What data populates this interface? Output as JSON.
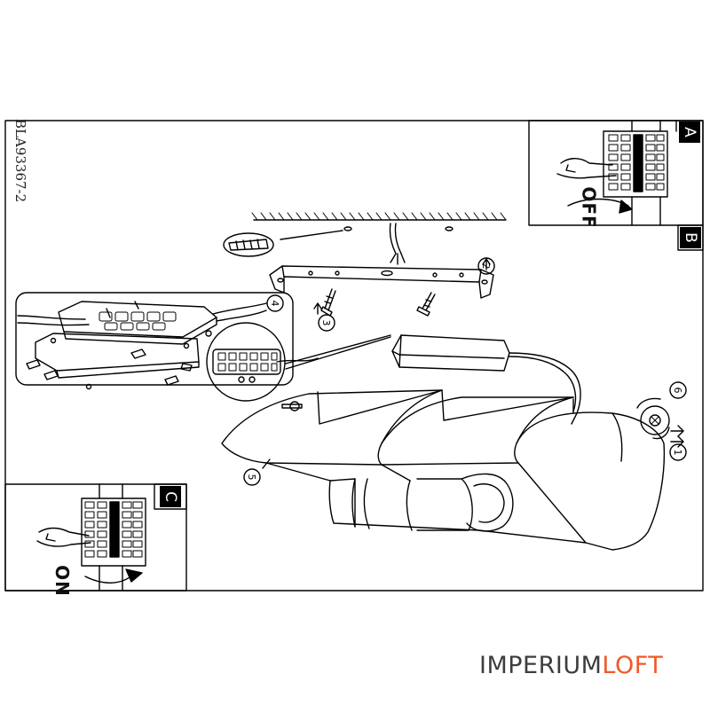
{
  "document": {
    "model_code": "BLA93367-2",
    "panels": {
      "a": {
        "letter": "A",
        "state": "OFF"
      },
      "b": {
        "letter": "B"
      },
      "c": {
        "letter": "C",
        "state": "ON"
      }
    },
    "step_numbers": [
      "1",
      "2",
      "3",
      "4",
      "5",
      "6"
    ]
  },
  "watermark": {
    "part1": "IMPERIUM",
    "part2": "LOFT"
  },
  "colors": {
    "line": "#000000",
    "brand_dark": "#3d3d3d",
    "brand_accent": "#f05a28"
  }
}
